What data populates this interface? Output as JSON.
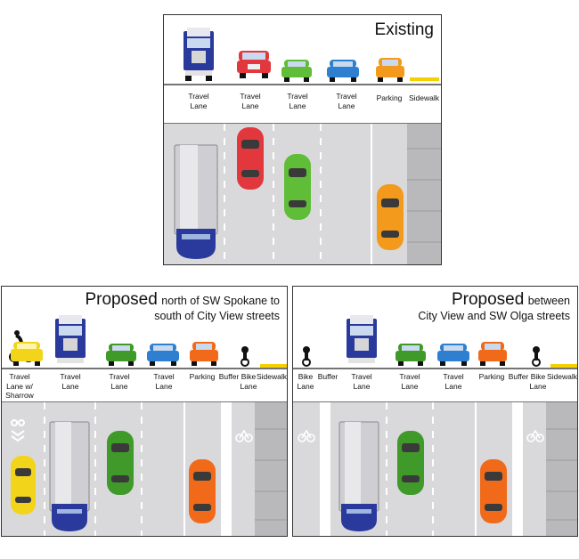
{
  "existing": {
    "title": "Existing",
    "labels": [
      "Travel\nLane",
      "Travel\nLane",
      "Travel\nLane",
      "Travel\nLane",
      "Parking",
      "Sidewalk"
    ]
  },
  "proposed_north": {
    "title_main": "Proposed",
    "title_rest1": "north of SW Spokane to",
    "title_rest2": "south of City View streets",
    "labels": [
      "Travel\nLane w/\nSharrow",
      "Travel\nLane",
      "Travel\nLane",
      "Travel\nLane",
      "Parking",
      "Buffer",
      "Bike\nLane",
      "Sidewalk"
    ]
  },
  "proposed_between": {
    "title_main": "Proposed",
    "title_rest1": "between",
    "title_rest2": "City View and SW Olga streets",
    "labels": [
      "Bike\nLane",
      "Buffer",
      "Travel\nLane",
      "Travel\nLane",
      "Travel\nLane",
      "Parking",
      "Buffer",
      "Bike\nLane",
      "Sidewalk"
    ]
  },
  "colors": {
    "road": "#d9d9db",
    "sidewalk": "#b9b9bc",
    "truck_cab": "#2a3a9c",
    "car_red": "#e2373d",
    "car_green": "#5fbd38",
    "car_blue": "#2f7fd0",
    "car_orange": "#f39a1c",
    "car_yellow": "#f2d51b",
    "car_dkgreen": "#3f9a2a",
    "car_dkorange": "#f06a1a",
    "curb_yellow": "#f5d000"
  }
}
